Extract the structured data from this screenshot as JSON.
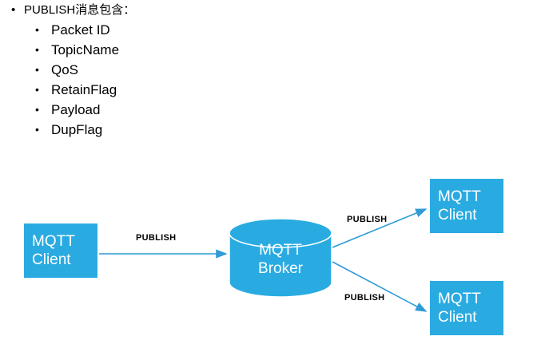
{
  "slide": {
    "heading": {
      "marker": "•",
      "text": "PUBLISH消息包含："
    },
    "items": [
      {
        "marker": "•",
        "text": "Packet ID"
      },
      {
        "marker": "•",
        "text": "TopicName"
      },
      {
        "marker": "•",
        "text": "QoS"
      },
      {
        "marker": "•",
        "text": "RetainFlag"
      },
      {
        "marker": "•",
        "text": "Payload"
      },
      {
        "marker": "•",
        "text": "DupFlag"
      }
    ]
  },
  "diagram": {
    "accent_color": "#29ABE2",
    "arrow_color": "#2E9BD6",
    "text_color": "#FFFFFF",
    "nodes": {
      "client_left": {
        "line1": "MQTT",
        "line2": "Client"
      },
      "broker": {
        "line1": "MQTT",
        "line2": "Broker"
      },
      "client_top_right": {
        "line1": "MQTT",
        "line2": "Client"
      },
      "client_bottom_right": {
        "line1": "MQTT",
        "line2": "Client"
      }
    },
    "edges": [
      {
        "label": "PUBLISH"
      },
      {
        "label": "PUBLISH"
      },
      {
        "label": "PUBLISH"
      }
    ]
  }
}
